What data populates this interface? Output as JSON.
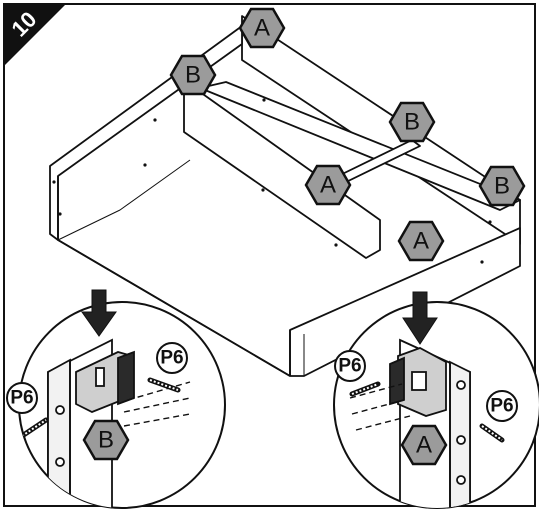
{
  "step": {
    "number": "10"
  },
  "part_labels": {
    "a_top": "A",
    "b_left": "B",
    "b_middle": "B",
    "a_middle": "A",
    "b_right": "B",
    "a_front": "A"
  },
  "detail_left": {
    "part": "B",
    "screw_top": "P6",
    "screw_left": "P6"
  },
  "detail_right": {
    "part": "A",
    "screw_top": "P6",
    "screw_right": "P6"
  },
  "colors": {
    "hex_fill": "#9b9b9b",
    "ink": "#111111",
    "dark_part": "#2a2a2a",
    "paper": "#ffffff"
  }
}
